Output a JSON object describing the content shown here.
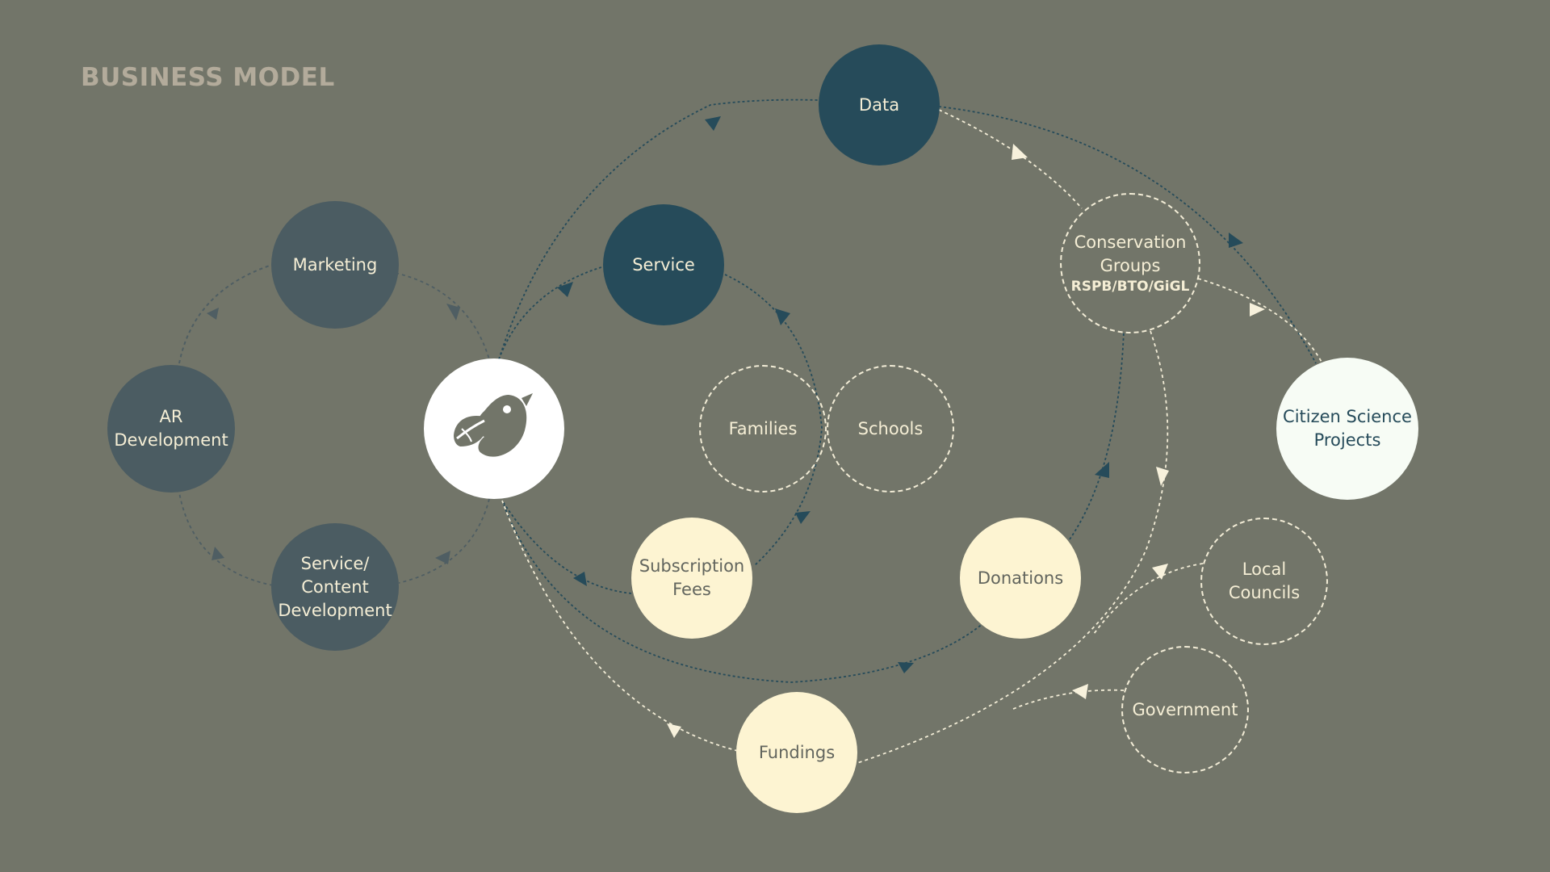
{
  "page": {
    "title": "BUSINESS MODEL"
  },
  "nodes": {
    "marketing": {
      "label": "Marketing"
    },
    "ar_development": {
      "label": "AR\nDevelopment"
    },
    "content_development": {
      "label": "Service/\nContent\nDevelopment"
    },
    "app_logo": {
      "icon": "bird-logo-icon"
    },
    "data": {
      "label": "Data"
    },
    "service": {
      "label": "Service"
    },
    "families": {
      "label": "Families"
    },
    "schools": {
      "label": "Schools"
    },
    "subscription_fees": {
      "label": "Subscription\nFees"
    },
    "donations": {
      "label": "Donations"
    },
    "fundings": {
      "label": "Fundings"
    },
    "conservation_groups": {
      "label": "Conservation\nGroups",
      "sublabel": "RSPB/BTO/GiGL"
    },
    "citizen_science": {
      "label": "Citizen Science\nProjects"
    },
    "local_councils": {
      "label": "Local\nCouncils"
    },
    "government": {
      "label": "Government"
    }
  },
  "colors": {
    "background": "#727569",
    "slate": "#4b5c62",
    "navy": "#264b5a",
    "cream": "#fdf4d2",
    "dashed_line": "#f2ecd6",
    "title": "#b3ab9b"
  }
}
